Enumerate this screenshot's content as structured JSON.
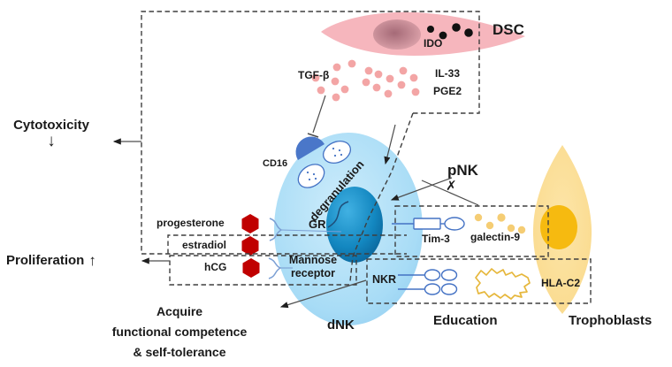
{
  "cells": {
    "dsc": {
      "label": "DSC",
      "enzyme": "IDO"
    },
    "dnk": {
      "label": "dNK",
      "cd16": "CD16",
      "degranulation": "degranulation",
      "gr": "GR",
      "mannose_line1": "Mannose",
      "mannose_line2": "receptor",
      "nkr": "NKR",
      "tim3": "Tim-3"
    },
    "pnk": {
      "label": "pNK",
      "block_mark": "✗"
    },
    "trophoblast": {
      "label": "Trophoblasts",
      "galectin9": "galectin-9",
      "hla_c2": "HLA-C2"
    }
  },
  "secreted": {
    "tgf_beta": "TGF-β",
    "il_33": "IL-33",
    "pge2": "PGE2"
  },
  "hormones": {
    "progesterone": "progesterone",
    "estradiol": "estradiol",
    "hcg": "hCG"
  },
  "outcomes": {
    "cytotoxicity_label": "Cytotoxicity",
    "cytotoxicity_arrow": "↓",
    "proliferation_label": "Proliferation",
    "proliferation_arrow": "↑",
    "acquire_line1": "Acquire",
    "acquire_line2": "functional competence",
    "acquire_line3": "& self-tolerance",
    "education": "Education"
  },
  "colors": {
    "dsc_body": "#f6b6bd",
    "dsc_nucleus": "#aa6f7c",
    "secreted_dot": "#f3a5a5",
    "dnk_body": "#a9ddf7",
    "dnk_nucleus": "#0d74ad",
    "receptor_blue": "#4472c4",
    "trophoblast_body": "#fbdd92",
    "trophoblast_nucleus": "#f6ba10",
    "galectin_dot": "#f5cd74",
    "hla_outline": "#e6b73c",
    "hormone_hexagon": "#c00000",
    "dashed_line": "#3f3f3f",
    "text": "#1a1a1a"
  }
}
